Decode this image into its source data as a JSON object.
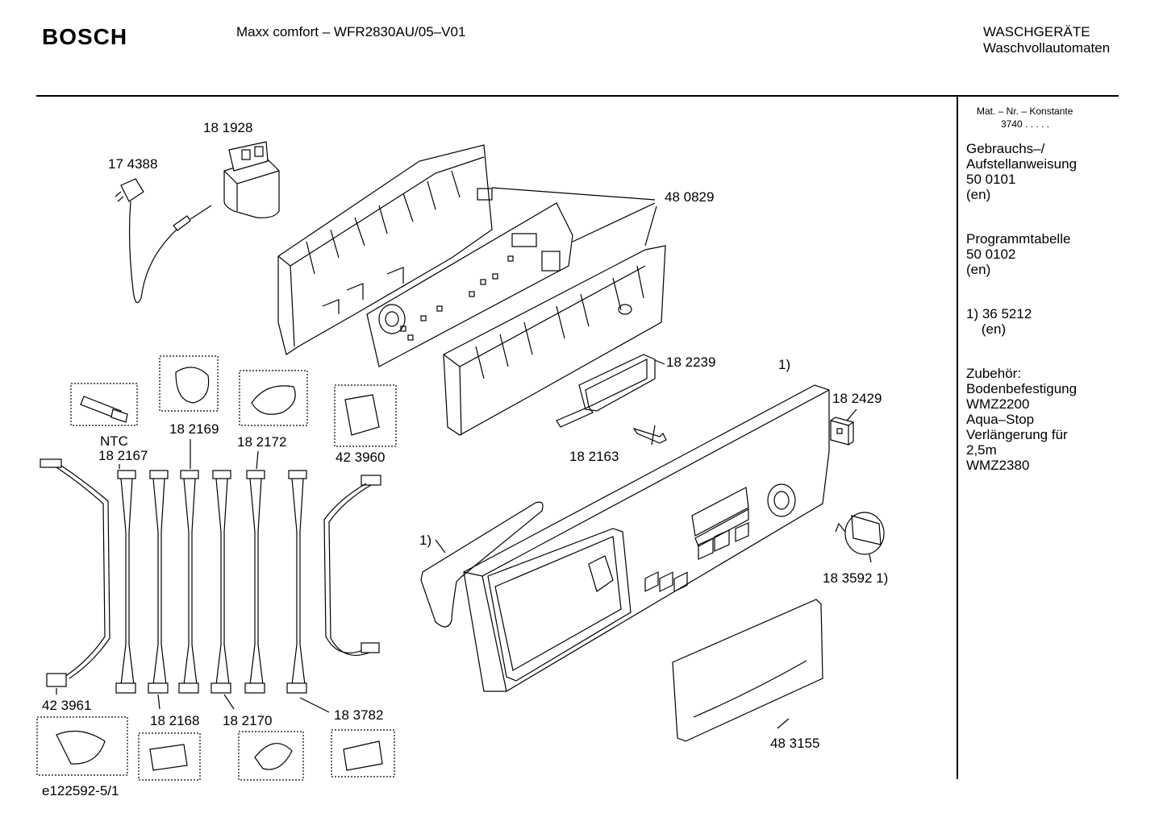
{
  "header": {
    "brand": "BOSCH",
    "model": "Maxx comfort – WFR2830AU/05–V01",
    "category_line1": "WASCHGERÄTE",
    "category_line2": "Waschvollautomaten"
  },
  "sidebar": {
    "mat_label": "Mat. – Nr. – Konstante",
    "mat_value": "3740  .  .  .  .  .",
    "blocks": [
      [
        "Gebrauchs–/",
        "Aufstellanweisung",
        "50 0101",
        "(en)"
      ],
      [
        "Programmtabelle",
        "50 0102",
        "(en)"
      ],
      [
        "1) 36 5212",
        "    (en)"
      ],
      [
        "Zubehör:",
        "Bodenbefestigung",
        "WMZ2200",
        "Aqua–Stop",
        "Verlängerung für",
        "2,5m",
        "WMZ2380"
      ]
    ]
  },
  "parts": {
    "p174388": "17 4388",
    "p181928": "18 1928",
    "p480829": "48 0829",
    "p182239": "18 2239",
    "ref1_top": "1)",
    "p182429": "18 2429",
    "p182163": "18 2163",
    "ntc": "NTC",
    "p182167": "18 2167",
    "p182169": "18 2169",
    "p182172": "18 2172",
    "p423960": "42 3960",
    "ref1_left": "1)",
    "p183592": "18 3592 1)",
    "p423961": "42 3961",
    "p182168": "18 2168",
    "p182170": "18 2170",
    "p183782": "18 3782",
    "p483155": "48 3155"
  },
  "footer": {
    "drawing_id": "e122592-5/1"
  }
}
